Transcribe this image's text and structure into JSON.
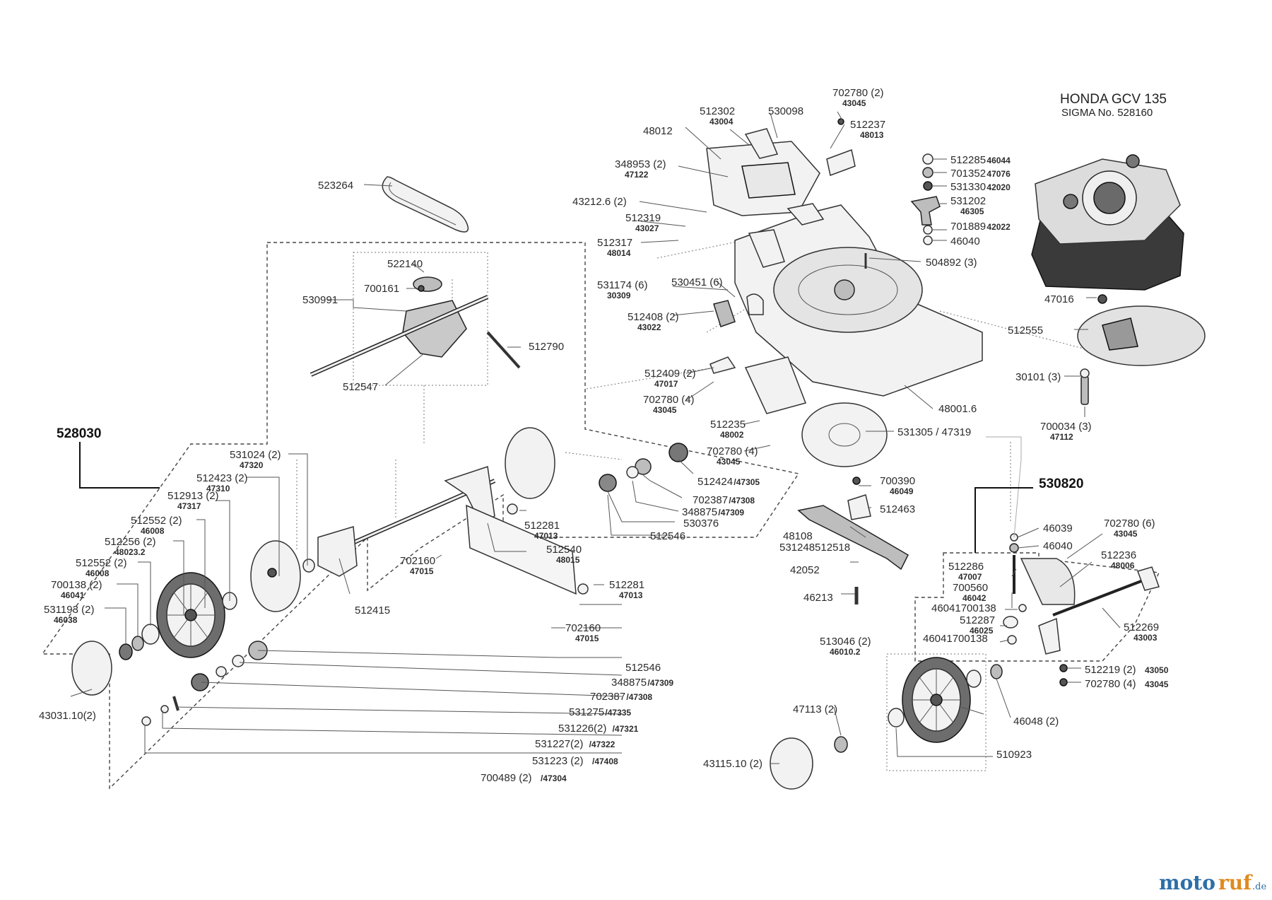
{
  "engine": {
    "model": "HONDA GCV 135",
    "sigma": "SIGMA  No. 528160"
  },
  "assemblies": {
    "drive": "528030",
    "rear_deflector": "530820"
  },
  "labels": [
    {
      "id": "523264",
      "t": "523264"
    },
    {
      "id": "512302",
      "t": "512302",
      "s": "43004"
    },
    {
      "id": "530098",
      "t": "530098"
    },
    {
      "id": "702780-top",
      "t": "702780 (2)",
      "s": "43045"
    },
    {
      "id": "512237",
      "t": "512237",
      "s": "48013"
    },
    {
      "id": "48012",
      "t": "48012"
    },
    {
      "id": "348953",
      "t": "348953 (2)",
      "s": "47122"
    },
    {
      "id": "43212",
      "t": "43212.6 (2)"
    },
    {
      "id": "512319",
      "t": "512319",
      "s": "43027"
    },
    {
      "id": "512317",
      "t": "512317",
      "s": "48014"
    },
    {
      "id": "522140",
      "t": "522140"
    },
    {
      "id": "700161",
      "t": "700161"
    },
    {
      "id": "530991",
      "t": "530991"
    },
    {
      "id": "512790",
      "t": "512790"
    },
    {
      "id": "512547",
      "t": "512547"
    },
    {
      "id": "531174",
      "t": "531174 (6)",
      "s": "30309"
    },
    {
      "id": "530451",
      "t": "530451 (6)"
    },
    {
      "id": "512408",
      "t": "512408 (2)",
      "s": "43022"
    },
    {
      "id": "504892",
      "t": "504892 (3)"
    },
    {
      "id": "512409",
      "t": "512409 (2)",
      "s": "47017"
    },
    {
      "id": "702780-mid",
      "t": "702780 (4)",
      "s": "43045"
    },
    {
      "id": "512235",
      "t": "512235",
      "s": "48002"
    },
    {
      "id": "702780-mid2",
      "t": "702780 (4)",
      "s": "43045"
    },
    {
      "id": "48001",
      "t": "48001.6"
    },
    {
      "id": "531305",
      "t": "531305 / 47319"
    },
    {
      "id": "512285",
      "t": "512285",
      "s2": "46044"
    },
    {
      "id": "701352",
      "t": "701352",
      "s2": "47076"
    },
    {
      "id": "531330",
      "t": "531330",
      "s2": "42020"
    },
    {
      "id": "531202",
      "t": "531202",
      "s": "46305"
    },
    {
      "id": "701889",
      "t": "701889",
      "s2": "42022"
    },
    {
      "id": "46040-top",
      "t": "46040"
    },
    {
      "id": "47016",
      "t": "47016"
    },
    {
      "id": "512555",
      "t": "512555"
    },
    {
      "id": "30101",
      "t": "30101 (3)"
    },
    {
      "id": "700034",
      "t": "700034 (3)",
      "s": "47112"
    },
    {
      "id": "531024",
      "t": "531024 (2)",
      "s": "47320"
    },
    {
      "id": "512423",
      "t": "512423 (2)",
      "s": "47310"
    },
    {
      "id": "512913",
      "t": "512913 (2)",
      "s": "47317"
    },
    {
      "id": "512552a",
      "t": "512552 (2)",
      "s": "46008"
    },
    {
      "id": "512256",
      "t": "512256 (2)",
      "s": "48023.2"
    },
    {
      "id": "512552b",
      "t": "512552 (2)",
      "s": "46008"
    },
    {
      "id": "700138",
      "t": "700138 (2)",
      "s": "46041"
    },
    {
      "id": "531193",
      "t": "531193 (2)",
      "s": "46038"
    },
    {
      "id": "43031",
      "t": "43031.10(2)"
    },
    {
      "id": "512424",
      "t": "512424",
      "s2": "/47305"
    },
    {
      "id": "702387a",
      "t": "702387",
      "s2": "/47308"
    },
    {
      "id": "348875a",
      "t": "348875",
      "s2": "/47309"
    },
    {
      "id": "530376",
      "t": "530376"
    },
    {
      "id": "512546a",
      "t": "512546"
    },
    {
      "id": "512281a",
      "t": "512281",
      "s": "47013"
    },
    {
      "id": "512540",
      "t": "512540",
      "s": "48015"
    },
    {
      "id": "702160a",
      "t": "702160",
      "s": "47015"
    },
    {
      "id": "512415",
      "t": "512415"
    },
    {
      "id": "512281b",
      "t": "512281",
      "s": "47013"
    },
    {
      "id": "702160b",
      "t": "702160",
      "s": "47015"
    },
    {
      "id": "512546b",
      "t": "512546"
    },
    {
      "id": "348875b",
      "t": "348875",
      "s2": "/47309"
    },
    {
      "id": "702387b",
      "t": "702387",
      "s2": "/47308"
    },
    {
      "id": "531275",
      "t": "531275",
      "s2": "/47335"
    },
    {
      "id": "531226",
      "t": "531226(2)",
      "s2": "/47321"
    },
    {
      "id": "531227",
      "t": "531227(2)",
      "s2": "/47322"
    },
    {
      "id": "531223",
      "t": "531223 (2)",
      "s2": "/47408"
    },
    {
      "id": "700489",
      "t": "700489 (2)",
      "s2": "/47304"
    },
    {
      "id": "700390",
      "t": "700390",
      "s": "46049"
    },
    {
      "id": "512463",
      "t": "512463"
    },
    {
      "id": "48108",
      "t": "48108"
    },
    {
      "id": "531248",
      "t": "531248512518"
    },
    {
      "id": "42052",
      "t": "42052"
    },
    {
      "id": "46213",
      "t": "46213"
    },
    {
      "id": "46039",
      "t": "46039"
    },
    {
      "id": "46040-bot",
      "t": "46040"
    },
    {
      "id": "702780-r",
      "t": "702780 (6)",
      "s": "43045"
    },
    {
      "id": "512286",
      "t": "512286",
      "s": "47007"
    },
    {
      "id": "700560",
      "t": "700560",
      "s": "46042"
    },
    {
      "id": "512236",
      "t": "512236",
      "s": "48006"
    },
    {
      "id": "46041a",
      "t": "46041700138"
    },
    {
      "id": "512287",
      "t": "512287",
      "s": "46025"
    },
    {
      "id": "46041b",
      "t": "46041700138"
    },
    {
      "id": "512269",
      "t": "512269",
      "s": "43003"
    },
    {
      "id": "513046",
      "t": "513046 (2)",
      "s": "46010.2"
    },
    {
      "id": "512219",
      "t": "512219 (2)",
      "s2": "43050"
    },
    {
      "id": "702780-bot",
      "t": "702780 (4)",
      "s2": "43045"
    },
    {
      "id": "47113",
      "t": "47113 (2)"
    },
    {
      "id": "46048",
      "t": "46048 (2)"
    },
    {
      "id": "510923",
      "t": "510923"
    },
    {
      "id": "43115",
      "t": "43115.10 (2)"
    }
  ],
  "watermark": {
    "part1": "moto",
    "part2": "ruf",
    "suffix": ".de"
  }
}
